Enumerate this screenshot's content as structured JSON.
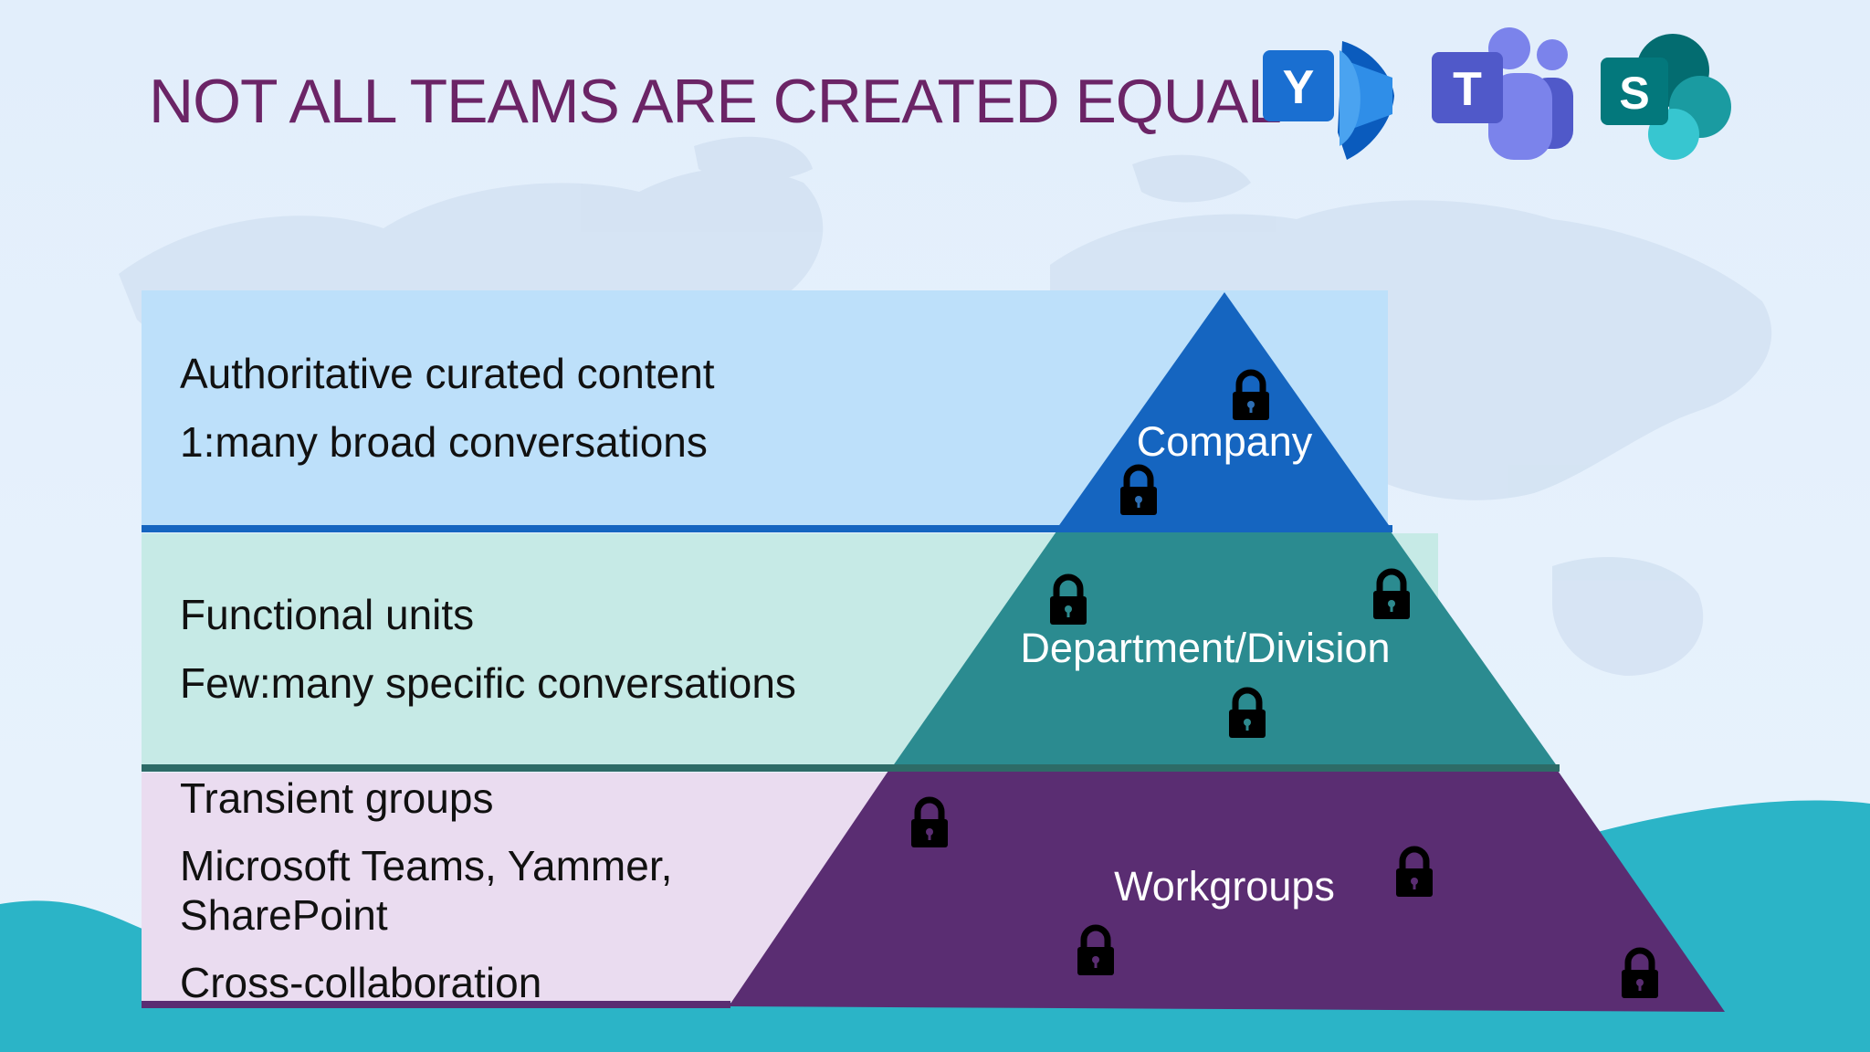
{
  "slide": {
    "title": "NOT ALL TEAMS ARE CREATED EQUAL"
  },
  "logos": [
    {
      "name": "yammer",
      "letter": "Y",
      "color": "#1a6fd1"
    },
    {
      "name": "teams",
      "letter": "T",
      "color": "#5059c9"
    },
    {
      "name": "sharepoint",
      "letter": "S",
      "color": "#036c70"
    }
  ],
  "tiers": [
    {
      "label": "Company",
      "lines": [
        "Authoritative curated content",
        "1:many broad conversations"
      ],
      "band_color": "#bde0fa",
      "triangle_color": "#1565c0",
      "divider_color": "#1565c0"
    },
    {
      "label": "Department/Division",
      "lines": [
        "Functional units",
        "Few:many specific conversations"
      ],
      "band_color": "#c6eae6",
      "triangle_color": "#2b8b90",
      "divider_color": "#2d6b67"
    },
    {
      "label": "Workgroups",
      "lines": [
        "Transient groups",
        "Microsoft Teams, Yammer,",
        "SharePoint",
        "Cross-collaboration"
      ],
      "band_color": "#eadcf0",
      "triangle_color": "#5a2d72",
      "divider_color": "#5a2d72"
    }
  ],
  "icons": {
    "lock": "padlock-icon"
  }
}
